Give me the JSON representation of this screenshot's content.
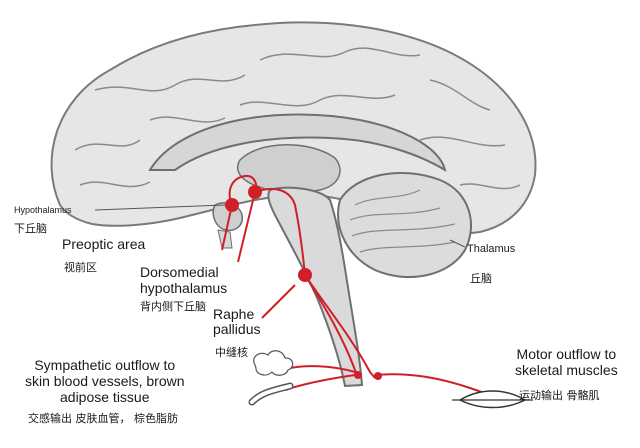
{
  "labels": {
    "hypothalamus_en": "Hypothalamus",
    "hypothalamus_zh": "下丘脑",
    "preoptic_en": "Preoptic area",
    "preoptic_zh": "视前区",
    "dorsomedial_en": "Dorsomedial\nhypothalamus",
    "dorsomedial_zh": "背内侧下丘脑",
    "raphe_en": "Raphe\npallidus",
    "raphe_zh": "中缝核",
    "sympathetic_en": "Sympathetic outflow to\nskin blood vessels, brown\nadipose tissue",
    "sympathetic_zh": "交感输出 皮肤血管， 棕色脂肪",
    "thalamus_en": "Thalamus",
    "thalamus_zh": "丘脑",
    "motor_en": "Motor outflow to\nskeletal muscles",
    "motor_zh": "运动输出 骨骼肌"
  },
  "colors": {
    "pathway": "#d11f2a",
    "brain_fill": "#e6e6e6",
    "brain_stroke": "#7a7a7a",
    "text": "#1a1a1a"
  }
}
